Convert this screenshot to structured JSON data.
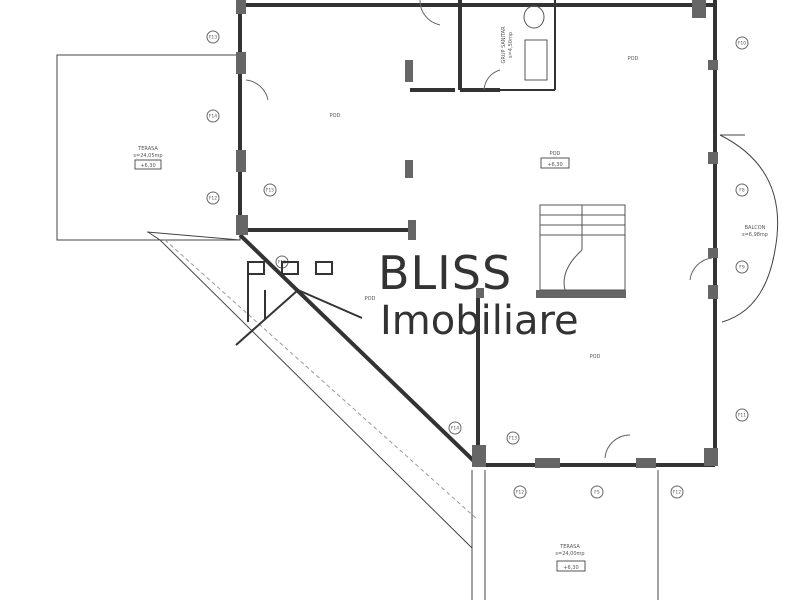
{
  "rooms": {
    "terasa_left": {
      "name": "TERASA",
      "area": "s=24,05mp",
      "level": "+6,30"
    },
    "pod_top_left": {
      "name": "POD"
    },
    "pod_center": {
      "name": "POD",
      "level": "+6,30"
    },
    "pod_top_right": {
      "name": "POD"
    },
    "grup_sanitar": {
      "name": "GRUP SANITAR",
      "area": "s=4,50mp"
    },
    "pod_lower_left": {
      "name": "POD"
    },
    "pod_lower_right": {
      "name": "POD"
    },
    "balcon": {
      "name": "BALCON",
      "area": "s=6,98mp"
    },
    "terasa_bottom": {
      "name": "TERASA",
      "area": "s=24,00mp",
      "level": "+6,30"
    }
  },
  "tags": [
    "F13",
    "F14",
    "F12",
    "F15",
    "F10",
    "F8",
    "F9",
    "F11",
    "F12",
    "F12",
    "F5",
    "F13",
    "F14",
    "F13"
  ],
  "watermark": {
    "brand": "BLISS",
    "sub": "Imobiliare"
  }
}
